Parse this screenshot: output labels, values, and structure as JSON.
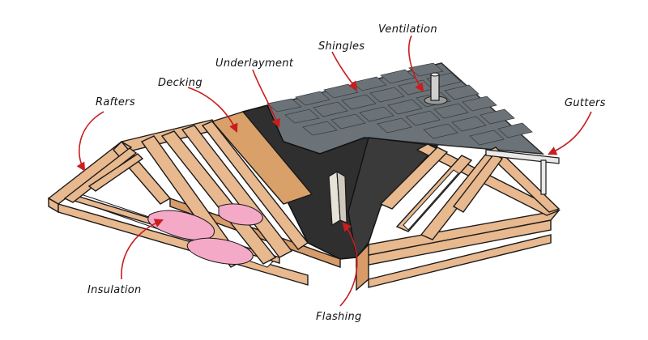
{
  "labels": {
    "rafters": "Rafters",
    "decking": "Decking",
    "underlayment": "Underlayment",
    "shingles": "Shingles",
    "ventilation": "Ventilation",
    "gutters": "Gutters",
    "insulation": "Insulation",
    "flashing": "Flashing"
  },
  "colors": {
    "arrow": "#c81e1e",
    "wood": "#e8b88e",
    "wood_shade": "#d89b6a",
    "decking": "#d9a06a",
    "underlayment": "#2f2f2f",
    "shingles": "#6b7378",
    "insulation": "#f4a9c6"
  }
}
